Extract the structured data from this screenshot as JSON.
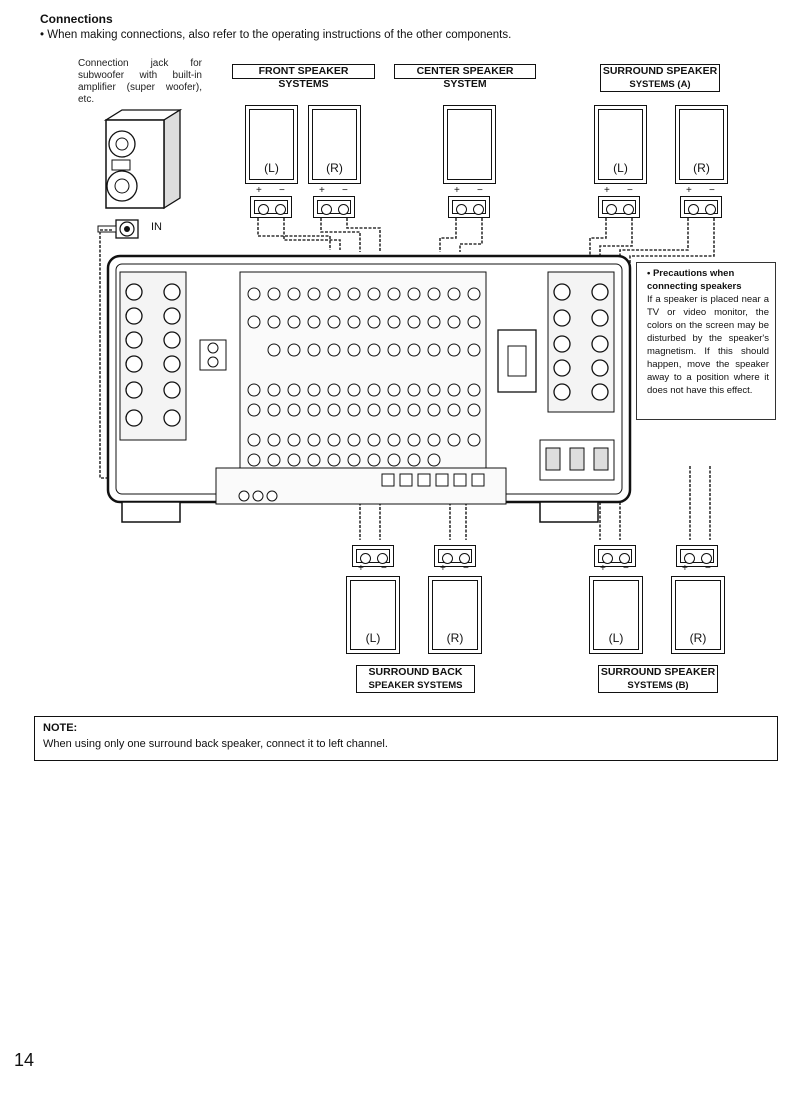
{
  "heading": "Connections",
  "intro": "• When making connections, also refer to the operating instructions of the other components.",
  "subwoofer": {
    "caption": "Connection jack for subwoofer with built-in amplifier (super woofer), etc.",
    "in_label": "IN"
  },
  "speaker_groups": {
    "front": "FRONT SPEAKER SYSTEMS",
    "center": "CENTER SPEAKER SYSTEM",
    "surround_a_line1": "SURROUND SPEAKER",
    "surround_a_line2": "SYSTEMS (A)",
    "surround_back_line1": "SURROUND BACK",
    "surround_back_line2": "SPEAKER SYSTEMS",
    "surround_b_line1": "SURROUND SPEAKER",
    "surround_b_line2": "SYSTEMS (B)"
  },
  "speaker_marks": {
    "left": "(L)",
    "right": "(R)",
    "plus": "+",
    "minus": "−"
  },
  "precaution": {
    "title": "• Precautions when connecting speakers",
    "body": "If a speaker is placed near a TV or video monitor, the colors on the screen may be disturbed by the speaker's magnetism. If this should happen, move the speaker away to a position where it does not have this effect."
  },
  "note": {
    "title": "NOTE:",
    "text": "When using only one surround back speaker, connect it to left channel."
  },
  "page_number": "14"
}
